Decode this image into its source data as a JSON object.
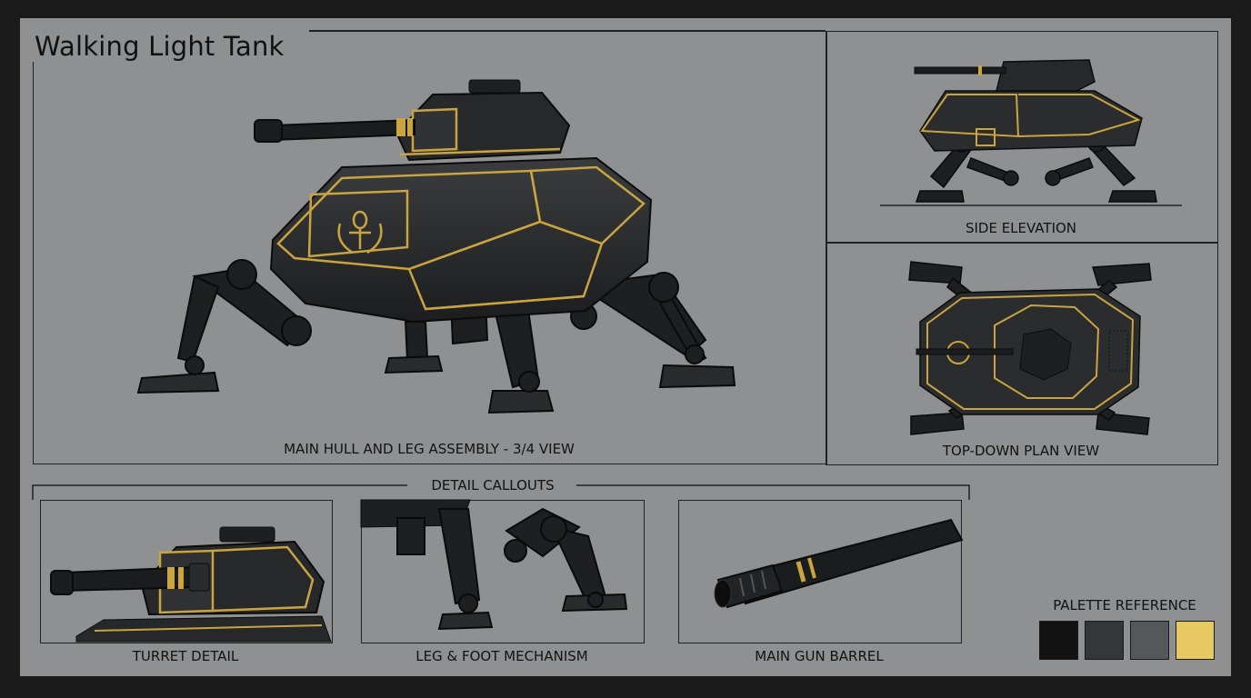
{
  "title": "Walking Light Tank",
  "views": {
    "main": "MAIN HULL AND LEG ASSEMBLY - 3/4 VIEW",
    "side": "SIDE ELEVATION",
    "top": "TOP-DOWN PLAN VIEW"
  },
  "callouts": {
    "header": "DETAIL CALLOUTS",
    "turret": "TURRET DETAIL",
    "leg": "LEG & FOOT MECHANISM",
    "barrel": "MAIN GUN BARREL"
  },
  "palette": {
    "label": "PALETTE REFERENCE",
    "colors": [
      "#121212",
      "#34373a",
      "#54585b",
      "#e8c860"
    ]
  }
}
